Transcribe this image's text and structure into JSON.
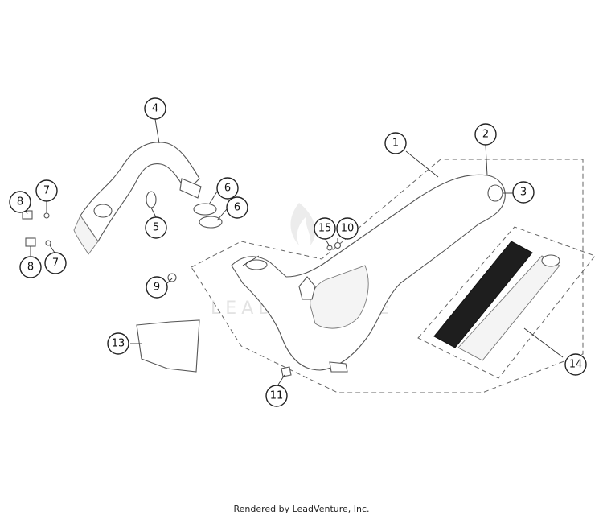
{
  "callouts": {
    "c1": "1",
    "c2": "2",
    "c3": "3",
    "c4": "4",
    "c5": "5",
    "c6a": "6",
    "c6b": "6",
    "c7a": "7",
    "c7b": "7",
    "c8a": "8",
    "c8b": "8",
    "c9": "9",
    "c10": "10",
    "c11": "11",
    "c13": "13",
    "c14": "14",
    "c15": "15"
  },
  "watermark": "LEADVENTURE",
  "footer": "Rendered by LeadVenture, Inc."
}
